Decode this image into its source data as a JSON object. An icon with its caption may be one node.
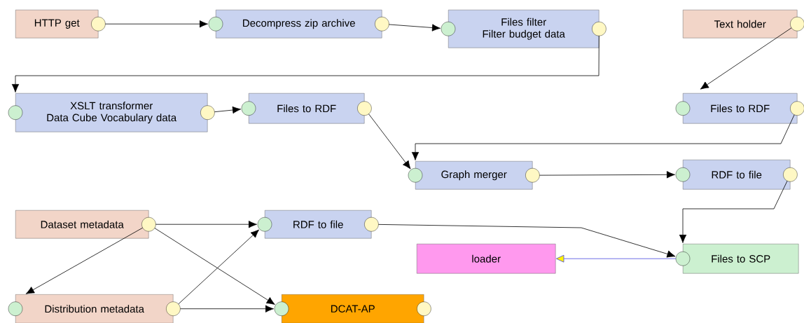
{
  "diagram": {
    "nodes": [
      {
        "text": [
          "HTTP get"
        ]
      },
      {
        "text": [
          "Decompress zip archive"
        ]
      },
      {
        "text": [
          "Files filter",
          "Filter budget data"
        ]
      },
      {
        "text": [
          "Text holder"
        ]
      },
      {
        "text": [
          "XSLT transformer",
          "Data Cube Vocabulary data"
        ]
      },
      {
        "text": [
          "Files to RDF"
        ]
      },
      {
        "text": [
          "Files to RDF"
        ]
      },
      {
        "text": [
          "Graph merger"
        ]
      },
      {
        "text": [
          "RDF to file"
        ]
      },
      {
        "text": [
          "Dataset metadata"
        ]
      },
      {
        "text": [
          "RDF to file"
        ]
      },
      {
        "text": [
          "loader"
        ]
      },
      {
        "text": [
          "Files to SCP"
        ]
      },
      {
        "text": [
          "Distribution metadata"
        ]
      },
      {
        "text": [
          "DCAT-AP"
        ]
      }
    ],
    "edges": [
      {
        "from": 0,
        "to": 1,
        "arrow": "to"
      },
      {
        "from": 1,
        "to": 2,
        "arrow": "to"
      },
      {
        "from": 2,
        "to": 4,
        "arrow": "to"
      },
      {
        "from": 3,
        "to": 6,
        "arrow": "to"
      },
      {
        "from": 4,
        "to": 5,
        "arrow": "to"
      },
      {
        "from": 6,
        "to": 7,
        "arrow": "to"
      },
      {
        "from": 5,
        "to": 7,
        "arrow": "to"
      },
      {
        "from": 7,
        "to": 8,
        "arrow": "to"
      },
      {
        "from": 8,
        "to": 12,
        "arrow": "to"
      },
      {
        "from": 9,
        "to": 10,
        "arrow": "to"
      },
      {
        "from": 9,
        "to": 13,
        "arrow": "to"
      },
      {
        "from": 9,
        "to": 14,
        "arrow": "to"
      },
      {
        "from": 10,
        "to": 12,
        "arrow": "to"
      },
      {
        "from": 13,
        "to": 10,
        "arrow": "to"
      },
      {
        "from": 13,
        "to": 14,
        "arrow": "to"
      },
      {
        "from": 12,
        "to": 11,
        "arrow": "to",
        "color": "#4a4ae0"
      }
    ]
  }
}
